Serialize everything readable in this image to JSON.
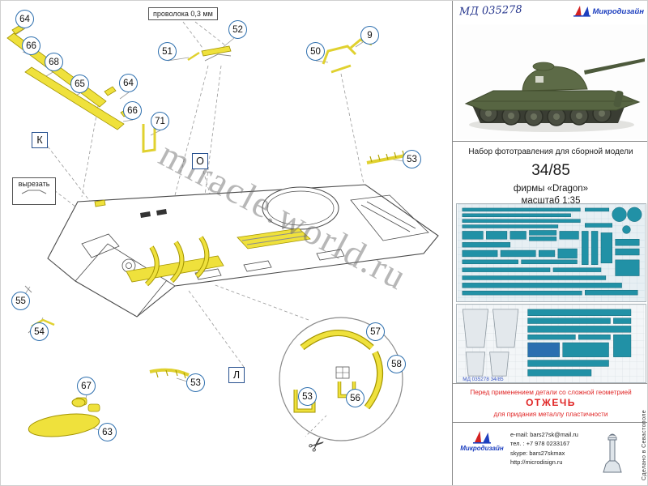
{
  "watermark": "miracle.world.ru",
  "diagram": {
    "wire_label": "проволока 0,3 мм",
    "cutout_label": "вырезать",
    "callouts": [
      {
        "label": "64"
      },
      {
        "label": "66"
      },
      {
        "label": "68"
      },
      {
        "label": "65"
      },
      {
        "label": "64"
      },
      {
        "label": "66"
      },
      {
        "label": "51"
      },
      {
        "label": "52"
      },
      {
        "label": "50"
      },
      {
        "label": "9"
      },
      {
        "label": "71"
      },
      {
        "label": "53"
      },
      {
        "label": "55"
      },
      {
        "label": "54"
      },
      {
        "label": "67"
      },
      {
        "label": "63"
      },
      {
        "label": "53"
      },
      {
        "label": "57"
      },
      {
        "label": "58"
      },
      {
        "label": "53"
      },
      {
        "label": "56"
      }
    ],
    "letter_markers": [
      {
        "label": "К"
      },
      {
        "label": "О"
      },
      {
        "label": "Л"
      }
    ]
  },
  "panel": {
    "product_code": "МД 035278",
    "brand": "Микродизайн",
    "description": "Набор фототравления для сборной модели",
    "model": "34/85",
    "manufacturer": "фирмы «Dragon»",
    "scale": "масштаб 1:35",
    "fret_label": "МД 035278   34/85",
    "warning_line1": "Перед применением детали со сложной геометрией",
    "warning_line2": "ОТЖЕЧЬ",
    "warning_line3": "для придания металлу пластичности",
    "footer": {
      "brand": "Микродизайн",
      "email": "e-mail: bars27sk@mail.ru",
      "phone": "тел. : +7 978 0233167",
      "skype": "skype: bars27skmax",
      "site": "http://microdisign.ru",
      "made_in": "Сделано в Севастополе"
    }
  }
}
